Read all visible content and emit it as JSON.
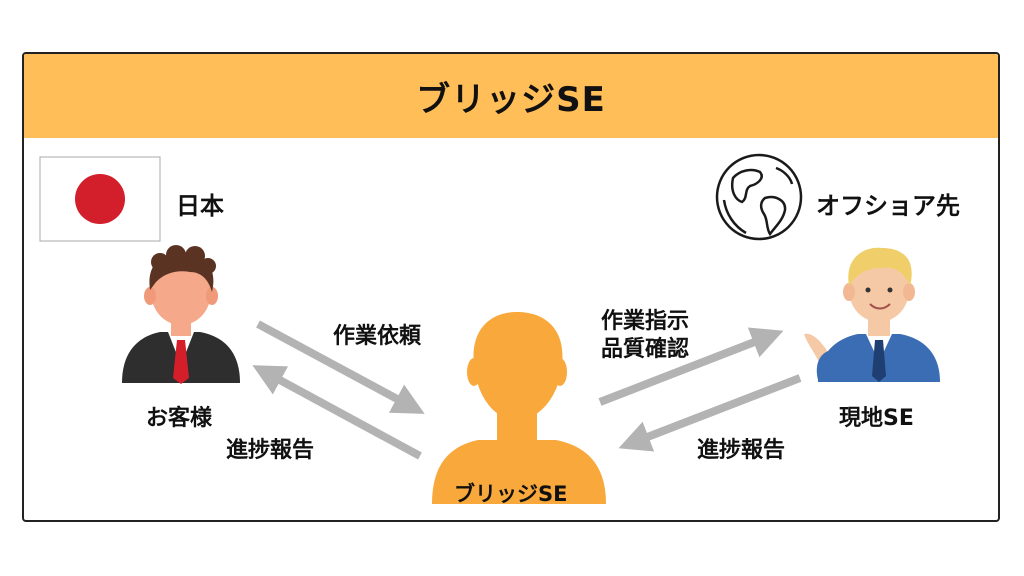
{
  "header": {
    "title": "ブリッジSE"
  },
  "japan": {
    "label": "日本",
    "flag_icon": "japan-flag-icon"
  },
  "offshore": {
    "label": "オフショア先",
    "globe_icon": "globe-icon"
  },
  "customer": {
    "label": "お客様",
    "icon": "businessman-icon"
  },
  "bridge_se": {
    "label": "ブリッジSE",
    "icon": "person-silhouette-icon"
  },
  "local_se": {
    "label": "現地SE",
    "icon": "presenting-man-icon"
  },
  "arrows": {
    "to_bridge": "作業依頼",
    "to_customer": "進捗報告",
    "to_local_line1": "作業指示",
    "to_local_line2": "品質確認",
    "to_bridge_from_local": "進捗報告"
  },
  "colors": {
    "accent": "#ffbe57",
    "silhouette": "#f9a93c",
    "arrow": "#b3b3b3",
    "flag_red": "#d21f2b"
  }
}
